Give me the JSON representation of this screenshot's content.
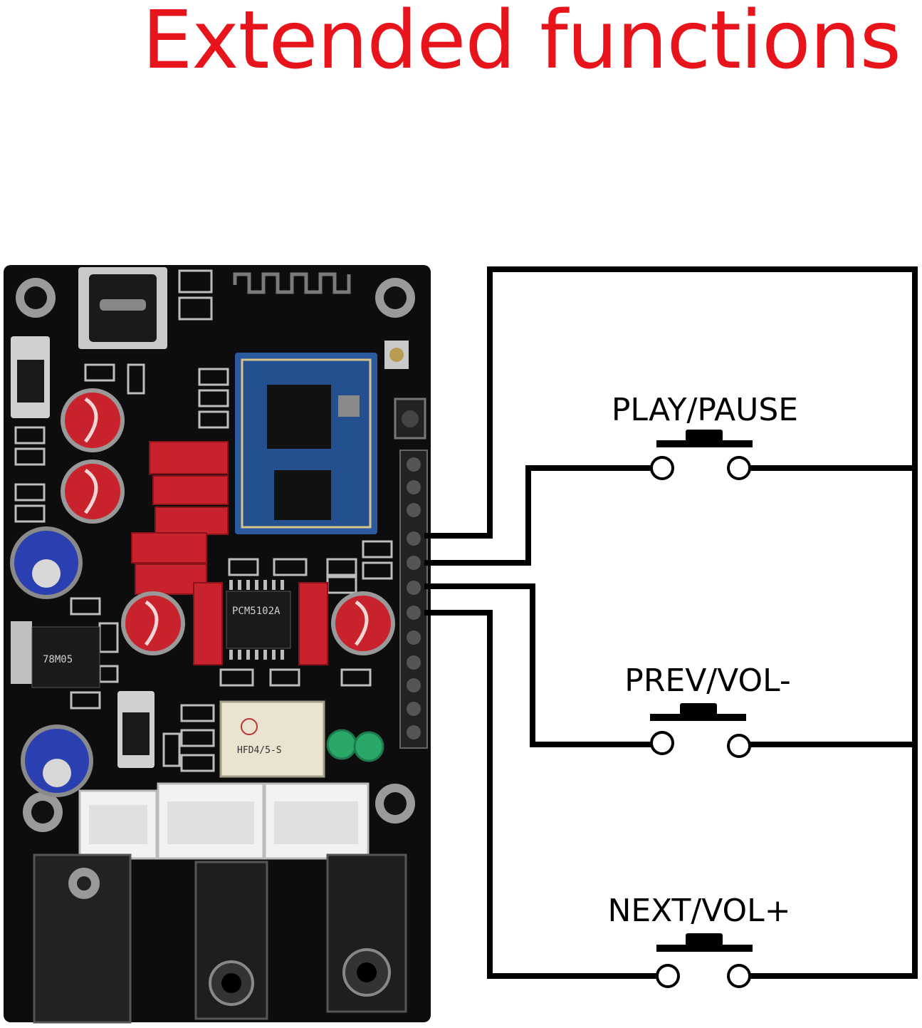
{
  "title": "Extended functions",
  "buttons": [
    {
      "label": "PLAY/PAUSE"
    },
    {
      "label": "PREV/VOL-"
    },
    {
      "label": "NEXT/VOL+"
    }
  ],
  "board_markings": {
    "relay_model": "HFD4/5-S",
    "dac_chip": "PCM5102A",
    "regulator": "78M05"
  },
  "colors": {
    "title": "#e8141c",
    "pcb": "#0d0d0d",
    "module": "#2c5aa0",
    "capacitor_red": "#c8232c",
    "capacitor_blue": "#2a3fb0",
    "led_green": "#2aa86a",
    "wire": "#000000"
  }
}
